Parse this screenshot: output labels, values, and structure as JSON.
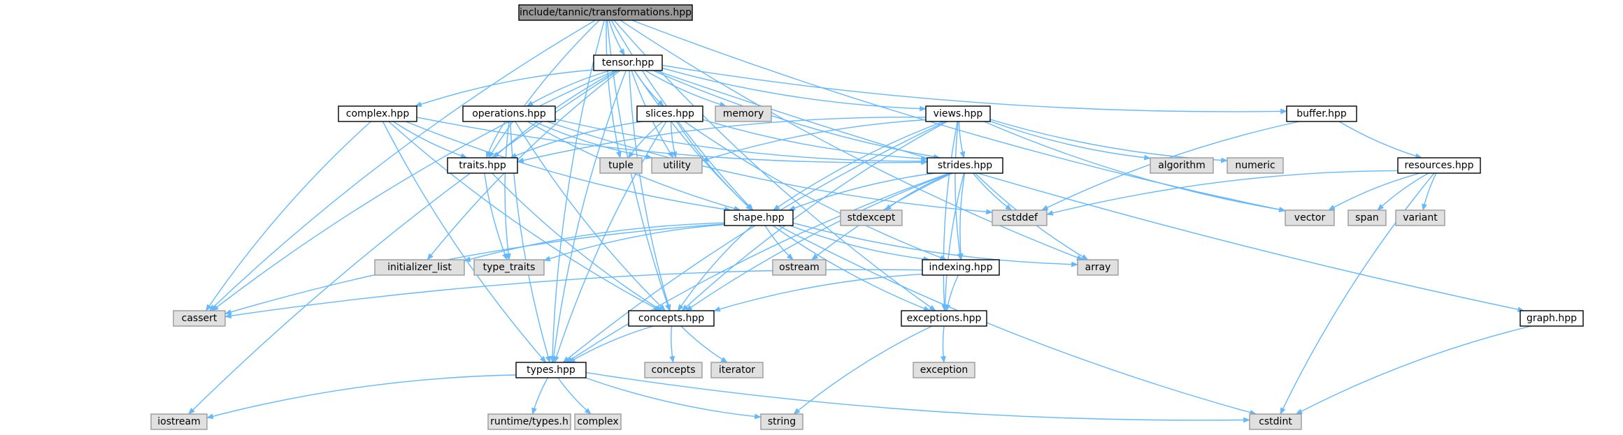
{
  "diagram": {
    "style": {
      "edge_color": "#63b8ff",
      "root_fill": "#999999",
      "project_fill": "#ffffff",
      "project_stroke": "#000000",
      "system_fill": "#e0e0e0",
      "system_stroke": "#999999",
      "text_color": "#000000"
    },
    "nodes": [
      {
        "id": "root",
        "label": "include/tannic/transformations.hpp",
        "kind": "root"
      },
      {
        "id": "tensor",
        "label": "tensor.hpp",
        "kind": "project"
      },
      {
        "id": "complex",
        "label": "complex.hpp",
        "kind": "project"
      },
      {
        "id": "operations",
        "label": "operations.hpp",
        "kind": "project"
      },
      {
        "id": "slices",
        "label": "slices.hpp",
        "kind": "project"
      },
      {
        "id": "memory",
        "label": "memory",
        "kind": "system"
      },
      {
        "id": "views",
        "label": "views.hpp",
        "kind": "project"
      },
      {
        "id": "buffer",
        "label": "buffer.hpp",
        "kind": "project"
      },
      {
        "id": "traits",
        "label": "traits.hpp",
        "kind": "project"
      },
      {
        "id": "tuple",
        "label": "tuple",
        "kind": "system"
      },
      {
        "id": "utility",
        "label": "utility",
        "kind": "system"
      },
      {
        "id": "strides",
        "label": "strides.hpp",
        "kind": "project"
      },
      {
        "id": "algorithm",
        "label": "algorithm",
        "kind": "system"
      },
      {
        "id": "numeric",
        "label": "numeric",
        "kind": "system"
      },
      {
        "id": "resources",
        "label": "resources.hpp",
        "kind": "project"
      },
      {
        "id": "shape",
        "label": "shape.hpp",
        "kind": "project"
      },
      {
        "id": "stdexcept",
        "label": "stdexcept",
        "kind": "system"
      },
      {
        "id": "cstddef",
        "label": "cstddef",
        "kind": "system"
      },
      {
        "id": "vector",
        "label": "vector",
        "kind": "system"
      },
      {
        "id": "span",
        "label": "span",
        "kind": "system"
      },
      {
        "id": "variant",
        "label": "variant",
        "kind": "system"
      },
      {
        "id": "initializer_list",
        "label": "initializer_list",
        "kind": "system"
      },
      {
        "id": "type_traits",
        "label": "type_traits",
        "kind": "system"
      },
      {
        "id": "ostream",
        "label": "ostream",
        "kind": "system"
      },
      {
        "id": "indexing",
        "label": "indexing.hpp",
        "kind": "project"
      },
      {
        "id": "array",
        "label": "array",
        "kind": "system"
      },
      {
        "id": "cassert",
        "label": "cassert",
        "kind": "system"
      },
      {
        "id": "concepts_hpp",
        "label": "concepts.hpp",
        "kind": "project"
      },
      {
        "id": "exceptions",
        "label": "exceptions.hpp",
        "kind": "project"
      },
      {
        "id": "graph",
        "label": "graph.hpp",
        "kind": "project"
      },
      {
        "id": "types",
        "label": "types.hpp",
        "kind": "project"
      },
      {
        "id": "concepts",
        "label": "concepts",
        "kind": "system"
      },
      {
        "id": "iterator",
        "label": "iterator",
        "kind": "system"
      },
      {
        "id": "exception",
        "label": "exception",
        "kind": "system"
      },
      {
        "id": "iostream",
        "label": "iostream",
        "kind": "system"
      },
      {
        "id": "runtime_types",
        "label": "runtime/types.h",
        "kind": "system"
      },
      {
        "id": "complex_sys",
        "label": "complex",
        "kind": "system"
      },
      {
        "id": "string",
        "label": "string",
        "kind": "system"
      },
      {
        "id": "cstdint",
        "label": "cstdint",
        "kind": "system"
      }
    ],
    "edges": [
      [
        "root",
        "tensor"
      ],
      [
        "root",
        "traits"
      ],
      [
        "root",
        "tuple"
      ],
      [
        "root",
        "shape"
      ],
      [
        "root",
        "concepts_hpp"
      ],
      [
        "root",
        "types"
      ],
      [
        "root",
        "cassert"
      ],
      [
        "root",
        "vector"
      ],
      [
        "root",
        "array"
      ],
      [
        "root",
        "exceptions"
      ],
      [
        "tensor",
        "complex"
      ],
      [
        "tensor",
        "operations"
      ],
      [
        "tensor",
        "slices"
      ],
      [
        "tensor",
        "memory"
      ],
      [
        "tensor",
        "views"
      ],
      [
        "tensor",
        "buffer"
      ],
      [
        "tensor",
        "utility"
      ],
      [
        "tensor",
        "strides"
      ],
      [
        "tensor",
        "shape"
      ],
      [
        "tensor",
        "traits"
      ],
      [
        "tensor",
        "initializer_list"
      ],
      [
        "tensor",
        "cassert"
      ],
      [
        "tensor",
        "iostream"
      ],
      [
        "tensor",
        "types"
      ],
      [
        "tensor",
        "concepts_hpp"
      ],
      [
        "tensor",
        "graph"
      ],
      [
        "complex",
        "traits"
      ],
      [
        "complex",
        "shape"
      ],
      [
        "complex",
        "concepts_hpp"
      ],
      [
        "complex",
        "types"
      ],
      [
        "complex",
        "cassert"
      ],
      [
        "complex",
        "strides"
      ],
      [
        "operations",
        "traits"
      ],
      [
        "operations",
        "utility"
      ],
      [
        "operations",
        "shape"
      ],
      [
        "operations",
        "concepts_hpp"
      ],
      [
        "operations",
        "types"
      ],
      [
        "operations",
        "type_traits"
      ],
      [
        "operations",
        "strides"
      ],
      [
        "operations",
        "cstddef"
      ],
      [
        "slices",
        "traits"
      ],
      [
        "slices",
        "tuple"
      ],
      [
        "slices",
        "utility"
      ],
      [
        "slices",
        "shape"
      ],
      [
        "slices",
        "strides"
      ],
      [
        "slices",
        "types"
      ],
      [
        "slices",
        "indexing"
      ],
      [
        "views",
        "traits"
      ],
      [
        "views",
        "utility"
      ],
      [
        "views",
        "strides"
      ],
      [
        "views",
        "shape"
      ],
      [
        "views",
        "algorithm"
      ],
      [
        "views",
        "numeric"
      ],
      [
        "views",
        "vector"
      ],
      [
        "views",
        "concepts_hpp"
      ],
      [
        "views",
        "types"
      ],
      [
        "views",
        "indexing"
      ],
      [
        "views",
        "exceptions"
      ],
      [
        "buffer",
        "resources"
      ],
      [
        "buffer",
        "cstddef"
      ],
      [
        "traits",
        "type_traits"
      ],
      [
        "traits",
        "concepts_hpp"
      ],
      [
        "strides",
        "shape"
      ],
      [
        "strides",
        "stdexcept"
      ],
      [
        "strides",
        "cstddef"
      ],
      [
        "strides",
        "array"
      ],
      [
        "strides",
        "ostream"
      ],
      [
        "strides",
        "indexing"
      ],
      [
        "strides",
        "concepts_hpp"
      ],
      [
        "strides",
        "exceptions"
      ],
      [
        "strides",
        "types"
      ],
      [
        "resources",
        "cstddef"
      ],
      [
        "resources",
        "vector"
      ],
      [
        "resources",
        "span"
      ],
      [
        "resources",
        "variant"
      ],
      [
        "resources",
        "cstdint"
      ],
      [
        "shape",
        "initializer_list"
      ],
      [
        "shape",
        "type_traits"
      ],
      [
        "shape",
        "ostream"
      ],
      [
        "shape",
        "array"
      ],
      [
        "shape",
        "indexing"
      ],
      [
        "shape",
        "cassert"
      ],
      [
        "shape",
        "concepts_hpp"
      ],
      [
        "shape",
        "exceptions"
      ],
      [
        "shape",
        "cstdint"
      ],
      [
        "indexing",
        "concepts_hpp"
      ],
      [
        "indexing",
        "exceptions"
      ],
      [
        "indexing",
        "cassert"
      ],
      [
        "concepts_hpp",
        "concepts"
      ],
      [
        "concepts_hpp",
        "iterator"
      ],
      [
        "concepts_hpp",
        "types"
      ],
      [
        "exceptions",
        "exception"
      ],
      [
        "exceptions",
        "string"
      ],
      [
        "graph",
        "cstdint"
      ],
      [
        "types",
        "iostream"
      ],
      [
        "types",
        "runtime_types"
      ],
      [
        "types",
        "complex_sys"
      ],
      [
        "types",
        "string"
      ],
      [
        "types",
        "cstdint"
      ]
    ]
  }
}
